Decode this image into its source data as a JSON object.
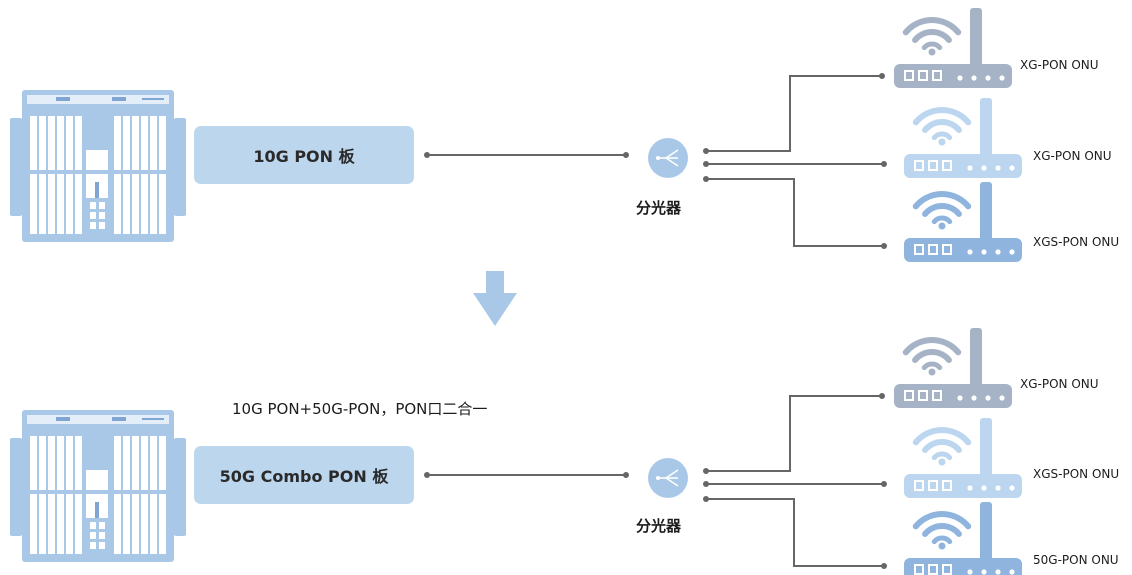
{
  "colors": {
    "box_fill": "#bcd6ee",
    "line": "#666666",
    "chassis_light": "#a9c8e8",
    "chassis_dark": "#7fa6d2",
    "onu_gray": "#a6b2c6",
    "onu_light": "#bdd6ef",
    "onu_mid": "#8fb5de",
    "arrow": "#a9c8e8"
  },
  "top": {
    "board_label": "10G PON 板",
    "splitter_label": "分光器",
    "onus": [
      {
        "label": "XG-PON ONU",
        "style": "gray"
      },
      {
        "label": "XG-PON ONU",
        "style": "light"
      },
      {
        "label": "XGS-PON ONU",
        "style": "mid"
      }
    ]
  },
  "bottom": {
    "note": "10G PON+50G-PON，PON口二合一",
    "board_label": "50G Combo PON 板",
    "splitter_label": "分光器",
    "onus": [
      {
        "label": "XG-PON ONU",
        "style": "gray"
      },
      {
        "label": "XGS-PON ONU",
        "style": "light"
      },
      {
        "label": "50G-PON ONU",
        "style": "mid"
      }
    ]
  },
  "icons": {
    "chassis": "olt-chassis-icon",
    "splitter": "optical-splitter-icon",
    "onu": "wifi-router-icon",
    "arrow": "down-arrow-icon"
  }
}
